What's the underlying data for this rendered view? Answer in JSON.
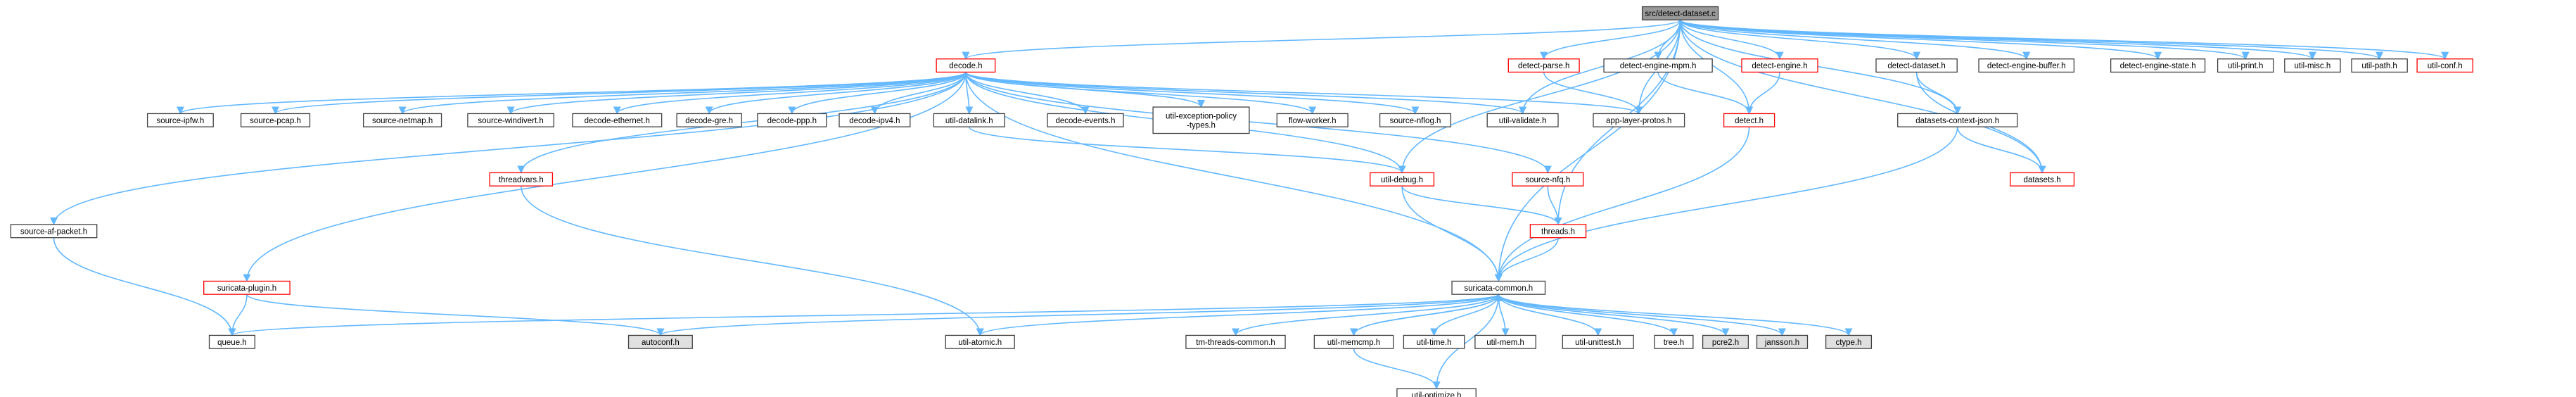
{
  "colors": {
    "edge": "#63b8ff",
    "default_fill": "#ffffff",
    "default_stroke": "#404040",
    "red_stroke": "#ff0000",
    "gray_fill": "#e0e0e0",
    "focus_fill": "#999999"
  },
  "nodes": [
    {
      "id": "root",
      "label": "src/detect-dataset.c",
      "style": "focus"
    },
    {
      "id": "decode",
      "label": "decode.h",
      "style": "red"
    },
    {
      "id": "detect_parse",
      "label": "detect-parse.h",
      "style": "red"
    },
    {
      "id": "detect_engine_mpm",
      "label": "detect-engine-mpm.h",
      "style": "default"
    },
    {
      "id": "detect_engine",
      "label": "detect-engine.h",
      "style": "red"
    },
    {
      "id": "detect_dataset_h",
      "label": "detect-dataset.h",
      "style": "default"
    },
    {
      "id": "detect_engine_buffer",
      "label": "detect-engine-buffer.h",
      "style": "default"
    },
    {
      "id": "detect_engine_state",
      "label": "detect-engine-state.h",
      "style": "default"
    },
    {
      "id": "util_print",
      "label": "util-print.h",
      "style": "default"
    },
    {
      "id": "util_misc",
      "label": "util-misc.h",
      "style": "default"
    },
    {
      "id": "util_path",
      "label": "util-path.h",
      "style": "default"
    },
    {
      "id": "util_conf",
      "label": "util-conf.h",
      "style": "red"
    },
    {
      "id": "source_ipfw",
      "label": "source-ipfw.h",
      "style": "default"
    },
    {
      "id": "source_pcap",
      "label": "source-pcap.h",
      "style": "default"
    },
    {
      "id": "source_netmap",
      "label": "source-netmap.h",
      "style": "default"
    },
    {
      "id": "source_windivert",
      "label": "source-windivert.h",
      "style": "default"
    },
    {
      "id": "decode_ethernet",
      "label": "decode-ethernet.h",
      "style": "default"
    },
    {
      "id": "decode_gre",
      "label": "decode-gre.h",
      "style": "default"
    },
    {
      "id": "decode_ppp",
      "label": "decode-ppp.h",
      "style": "default"
    },
    {
      "id": "decode_ipv4",
      "label": "decode-ipv4.h",
      "style": "default"
    },
    {
      "id": "util_datalink",
      "label": "util-datalink.h",
      "style": "default"
    },
    {
      "id": "decode_events",
      "label": "decode-events.h",
      "style": "default"
    },
    {
      "id": "util_exception",
      "label": "util-exception-policy\n-types.h",
      "style": "default"
    },
    {
      "id": "flow_worker",
      "label": "flow-worker.h",
      "style": "default"
    },
    {
      "id": "source_nflog",
      "label": "source-nflog.h",
      "style": "default"
    },
    {
      "id": "util_validate",
      "label": "util-validate.h",
      "style": "default"
    },
    {
      "id": "app_layer_protos",
      "label": "app-layer-protos.h",
      "style": "default"
    },
    {
      "id": "detect_h",
      "label": "detect.h",
      "style": "red"
    },
    {
      "id": "datasets_context_json",
      "label": "datasets-context-json.h",
      "style": "default"
    },
    {
      "id": "threadvars",
      "label": "threadvars.h",
      "style": "red"
    },
    {
      "id": "util_debug",
      "label": "util-debug.h",
      "style": "red"
    },
    {
      "id": "source_nfq",
      "label": "source-nfq.h",
      "style": "red"
    },
    {
      "id": "datasets",
      "label": "datasets.h",
      "style": "red"
    },
    {
      "id": "source_af_packet",
      "label": "source-af-packet.h",
      "style": "default"
    },
    {
      "id": "threads",
      "label": "threads.h",
      "style": "red"
    },
    {
      "id": "suricata_plugin",
      "label": "suricata-plugin.h",
      "style": "red"
    },
    {
      "id": "suricata_common",
      "label": "suricata-common.h",
      "style": "default"
    },
    {
      "id": "queue",
      "label": "queue.h",
      "style": "default"
    },
    {
      "id": "autoconf",
      "label": "autoconf.h",
      "style": "gray"
    },
    {
      "id": "util_atomic",
      "label": "util-atomic.h",
      "style": "default"
    },
    {
      "id": "tm_threads_common",
      "label": "tm-threads-common.h",
      "style": "default"
    },
    {
      "id": "util_memcmp",
      "label": "util-memcmp.h",
      "style": "default"
    },
    {
      "id": "util_time",
      "label": "util-time.h",
      "style": "default"
    },
    {
      "id": "util_mem",
      "label": "util-mem.h",
      "style": "default"
    },
    {
      "id": "util_unittest",
      "label": "util-unittest.h",
      "style": "default"
    },
    {
      "id": "tree",
      "label": "tree.h",
      "style": "default"
    },
    {
      "id": "pcre2",
      "label": "pcre2.h",
      "style": "gray"
    },
    {
      "id": "jansson",
      "label": "jansson.h",
      "style": "gray"
    },
    {
      "id": "ctype",
      "label": "ctype.h",
      "style": "gray"
    },
    {
      "id": "util_optimize",
      "label": "util-optimize.h",
      "style": "default"
    }
  ],
  "edges": [
    [
      "root",
      "decode"
    ],
    [
      "root",
      "detect_parse"
    ],
    [
      "root",
      "detect_engine_mpm"
    ],
    [
      "root",
      "detect_engine"
    ],
    [
      "root",
      "detect_dataset_h"
    ],
    [
      "root",
      "detect_engine_buffer"
    ],
    [
      "root",
      "detect_engine_state"
    ],
    [
      "root",
      "util_print"
    ],
    [
      "root",
      "util_misc"
    ],
    [
      "root",
      "util_path"
    ],
    [
      "root",
      "util_conf"
    ],
    [
      "root",
      "util_validate"
    ],
    [
      "root",
      "app_layer_protos"
    ],
    [
      "root",
      "detect_h"
    ],
    [
      "root",
      "datasets_context_json"
    ],
    [
      "root",
      "datasets"
    ],
    [
      "root",
      "threads"
    ],
    [
      "root",
      "util_debug"
    ],
    [
      "root",
      "suricata_common"
    ],
    [
      "decode",
      "source_ipfw"
    ],
    [
      "decode",
      "source_pcap"
    ],
    [
      "decode",
      "source_netmap"
    ],
    [
      "decode",
      "source_windivert"
    ],
    [
      "decode",
      "decode_ethernet"
    ],
    [
      "decode",
      "decode_gre"
    ],
    [
      "decode",
      "decode_ppp"
    ],
    [
      "decode",
      "decode_ipv4"
    ],
    [
      "decode",
      "util_datalink"
    ],
    [
      "decode",
      "decode_events"
    ],
    [
      "decode",
      "util_exception"
    ],
    [
      "decode",
      "flow_worker"
    ],
    [
      "decode",
      "source_nflog"
    ],
    [
      "decode",
      "util_validate"
    ],
    [
      "decode",
      "app_layer_protos"
    ],
    [
      "decode",
      "threadvars"
    ],
    [
      "decode",
      "util_debug"
    ],
    [
      "decode",
      "source_nfq"
    ],
    [
      "decode",
      "source_af_packet"
    ],
    [
      "decode",
      "suricata_plugin"
    ],
    [
      "decode",
      "suricata_common"
    ],
    [
      "detect_parse",
      "app_layer_protos"
    ],
    [
      "detect_engine_mpm",
      "detect_h"
    ],
    [
      "detect_engine",
      "detect_h"
    ],
    [
      "detect_h",
      "suricata_common"
    ],
    [
      "detect_dataset_h",
      "datasets_context_json"
    ],
    [
      "detect_dataset_h",
      "datasets"
    ],
    [
      "datasets_context_json",
      "datasets"
    ],
    [
      "datasets_context_json",
      "suricata_common"
    ],
    [
      "util_datalink",
      "util_debug"
    ],
    [
      "threadvars",
      "util_atomic"
    ],
    [
      "util_debug",
      "threads"
    ],
    [
      "util_debug",
      "suricata_common"
    ],
    [
      "source_nfq",
      "threads"
    ],
    [
      "threads",
      "suricata_common"
    ],
    [
      "source_af_packet",
      "queue"
    ],
    [
      "suricata_plugin",
      "queue"
    ],
    [
      "suricata_plugin",
      "autoconf"
    ],
    [
      "suricata_common",
      "queue"
    ],
    [
      "suricata_common",
      "autoconf"
    ],
    [
      "suricata_common",
      "util_atomic"
    ],
    [
      "suricata_common",
      "tm_threads_common"
    ],
    [
      "suricata_common",
      "util_memcmp"
    ],
    [
      "suricata_common",
      "util_time"
    ],
    [
      "suricata_common",
      "util_mem"
    ],
    [
      "suricata_common",
      "util_unittest"
    ],
    [
      "suricata_common",
      "tree"
    ],
    [
      "suricata_common",
      "pcre2"
    ],
    [
      "suricata_common",
      "jansson"
    ],
    [
      "suricata_common",
      "ctype"
    ],
    [
      "suricata_common",
      "util_optimize"
    ],
    [
      "util_memcmp",
      "util_optimize"
    ],
    [
      "util_memcmp",
      "suricata_common"
    ]
  ]
}
